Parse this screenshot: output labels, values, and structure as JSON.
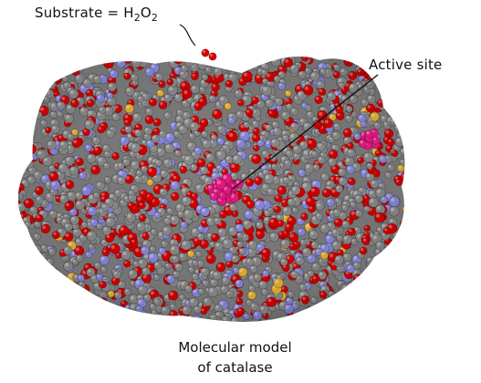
{
  "labels": {
    "substrate_prefix": "Substrate = H",
    "substrate_sub1": "2",
    "substrate_mid": "O",
    "substrate_sub2": "2",
    "active_site": "Active site"
  },
  "caption": {
    "line1": "Molecular model",
    "line2": "of catalase"
  },
  "colors": {
    "carbon": "#8a8a8a",
    "oxygen": "#d40000",
    "nitrogen": "#8888dd",
    "sulfur": "#e8b030",
    "active_site": "#e0177e",
    "substrate": "#d40000"
  }
}
